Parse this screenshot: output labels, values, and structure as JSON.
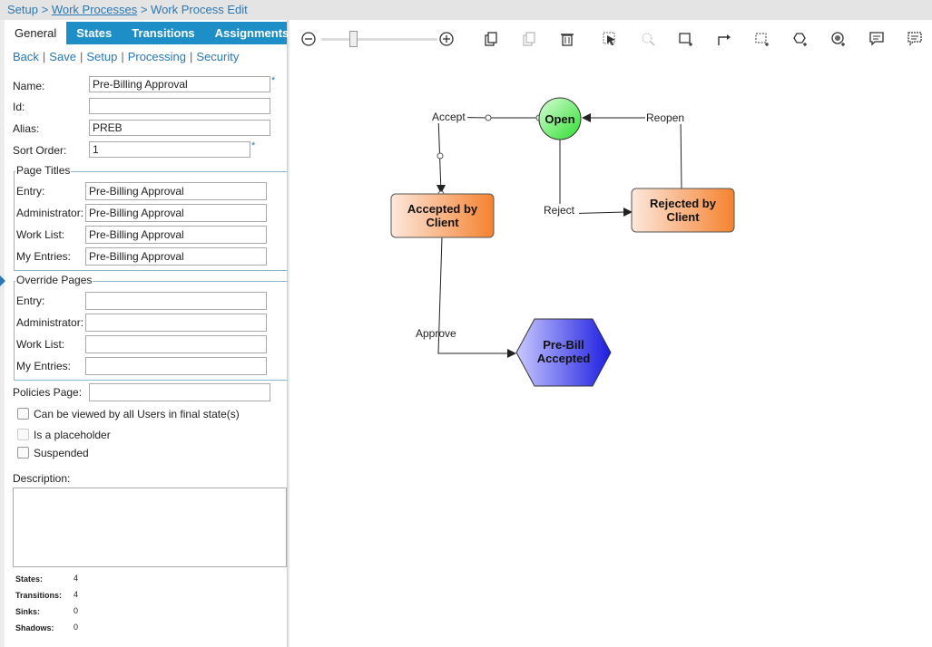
{
  "breadcrumb": {
    "item1": "Setup",
    "sep": " > ",
    "item2": "Work Processes",
    "item3": "Work Process Edit"
  },
  "tabs": [
    "General",
    "States",
    "Transitions",
    "Assignments"
  ],
  "actions": [
    "Back",
    "Save",
    "Setup",
    "Processing",
    "Security"
  ],
  "form": {
    "name_label": "Name:",
    "name_value": "Pre-Billing Approval",
    "id_label": "Id:",
    "id_value": "",
    "alias_label": "Alias:",
    "alias_value": "PREB",
    "sort_label": "Sort Order:",
    "sort_value": "1",
    "required_mark": "*"
  },
  "page_titles": {
    "legend": "Page Titles",
    "entry_label": "Entry:",
    "entry_value": "Pre-Billing Approval",
    "admin_label": "Administrator:",
    "admin_value": "Pre-Billing Approval",
    "worklist_label": "Work List:",
    "worklist_value": "Pre-Billing Approval",
    "myentries_label": "My Entries:",
    "myentries_value": "Pre-Billing Approval"
  },
  "override_pages": {
    "legend": "Override Pages",
    "entry_label": "Entry:",
    "admin_label": "Administrator:",
    "worklist_label": "Work List:",
    "myentries_label": "My Entries:"
  },
  "policies_label": "Policies Page:",
  "checkboxes": [
    "Can be viewed by all Users in final state(s)",
    "Is a placeholder",
    "Suspended"
  ],
  "description_label": "Description:",
  "stats": [
    {
      "label": "States:",
      "value": "4"
    },
    {
      "label": "Transitions:",
      "value": "4"
    },
    {
      "label": "Sinks:",
      "value": "0"
    },
    {
      "label": "Shadows:",
      "value": "0"
    }
  ],
  "diagram": {
    "states": {
      "open": "Open",
      "accepted_line1": "Accepted by",
      "accepted_line2": "Client",
      "rejected_line1": "Rejected by",
      "rejected_line2": "Client",
      "prebill_line1": "Pre-Bill",
      "prebill_line2": "Accepted"
    },
    "transitions": {
      "accept": "Accept",
      "reopen": "Reopen",
      "reject": "Reject",
      "approve": "Approve"
    }
  },
  "toolbar_icons": [
    "zoom-out-icon",
    "zoom-in-icon",
    "copy-icon",
    "paste-icon",
    "delete-icon",
    "select-icon",
    "lasso-icon",
    "add-state-icon",
    "add-transition-icon",
    "marquee-icon",
    "add-shape-icon",
    "sink-icon",
    "comment-icon",
    "annotation-icon"
  ],
  "colors": {
    "tab_bar": "#1e8fc6",
    "link": "#2a78b5",
    "open_state": "#5ee65e",
    "accepted_state": "#f58a3c",
    "prebill_state": "#3c3ce6"
  }
}
